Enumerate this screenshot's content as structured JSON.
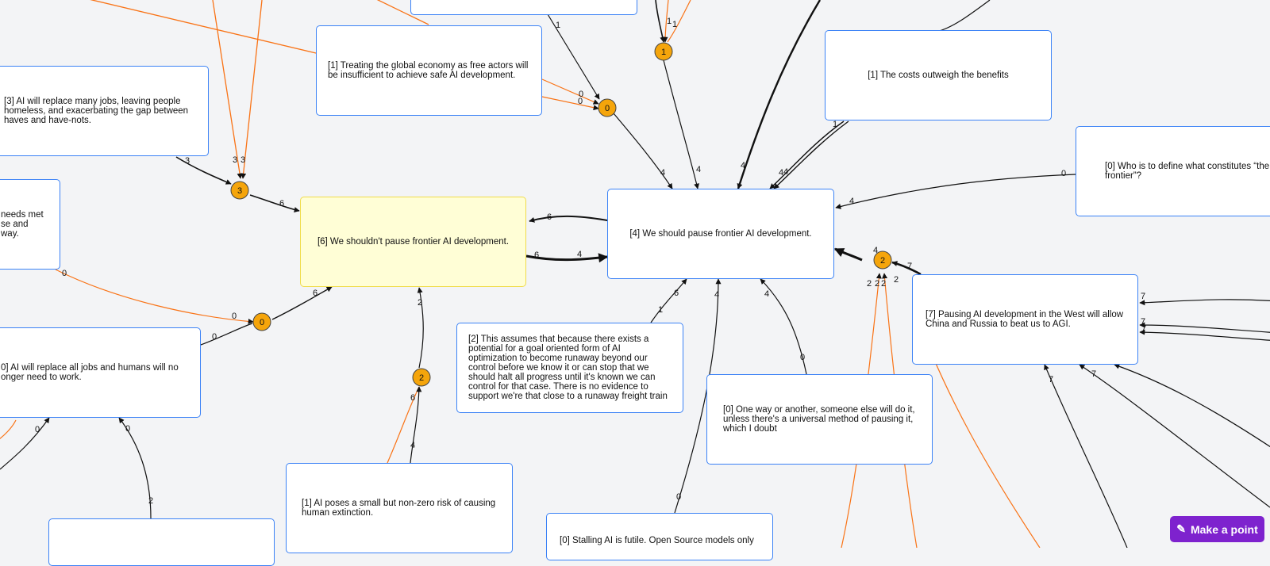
{
  "colors": {
    "node_border": "#3b82f6",
    "highlight_fill": "#fffed6",
    "support_edge": "#111111",
    "oppose_edge": "#f97316",
    "junction": "#f5a50b",
    "button": "#7e22ce"
  },
  "nodes": [
    {
      "id": "n_top",
      "text": ""
    },
    {
      "id": "n_treating",
      "text": "[1] Treating the global economy as free actors will be insufficient to achieve safe AI development."
    },
    {
      "id": "n_jobs_many",
      "text": "[3] AI will replace many jobs, leaving people homeless, and exacerbating the gap between haves and have-nots."
    },
    {
      "id": "n_needs",
      "text": "needs met\nse and\nway."
    },
    {
      "id": "n_shouldnt",
      "text": "[6] We shouldn't pause frontier AI development."
    },
    {
      "id": "n_should",
      "text": "[4] We should pause frontier AI development."
    },
    {
      "id": "n_costs",
      "text": "[1] The costs outweigh the benefits"
    },
    {
      "id": "n_who",
      "text": "[0] Who is to define what constitutes “the frontier”?"
    },
    {
      "id": "n_jobs_all",
      "text": "0] AI will replace all jobs and humans will no\nonger need to work."
    },
    {
      "id": "n_assumes",
      "text": "[2] This assumes that because there exists a potential for a goal oriented form of AI optimization to become runaway beyond our control before we know it or can stop that we should halt all progress until it's known we can control for that case. There is no evidence to support we're that close to a runaway freight train"
    },
    {
      "id": "n_china",
      "text": "[7] Pausing AI development in the West will allow China and Russia to beat us to AGI."
    },
    {
      "id": "n_oneway",
      "text": "[0] One way or another, someone else will do it, unless there's a universal method of pausing it, which I doubt"
    },
    {
      "id": "n_risk",
      "text": "[1] AI poses a small but non-zero risk of causing human extinction."
    },
    {
      "id": "n_stalling",
      "text": "[0] Stalling AI is futile. Open Source models only"
    },
    {
      "id": "n_bottom_left",
      "text": ""
    }
  ],
  "junctions": [
    {
      "id": "j_top",
      "value": "1"
    },
    {
      "id": "j_treat",
      "value": "0"
    },
    {
      "id": "j_jobs",
      "value": "3"
    },
    {
      "id": "j_left",
      "value": "0"
    },
    {
      "id": "j_risk",
      "value": "2"
    },
    {
      "id": "j_china",
      "value": "2"
    }
  ],
  "edge_labels": [
    "1",
    "1",
    "1",
    "0",
    "0",
    "4",
    "4",
    "4",
    "4",
    "4",
    "1",
    "0",
    "4",
    "3",
    "3",
    "3",
    "6",
    "0",
    "0",
    "6",
    "0",
    "6",
    "6",
    "4",
    "6",
    "4",
    "2",
    "1",
    "6",
    "2",
    "4",
    "4",
    "0",
    "4",
    "7",
    "2",
    "2",
    "2",
    "7",
    "7",
    "7",
    "7",
    "7",
    "0",
    "0",
    "0",
    "2"
  ],
  "button": {
    "label": "Make a point",
    "icon": "pencil-icon"
  }
}
